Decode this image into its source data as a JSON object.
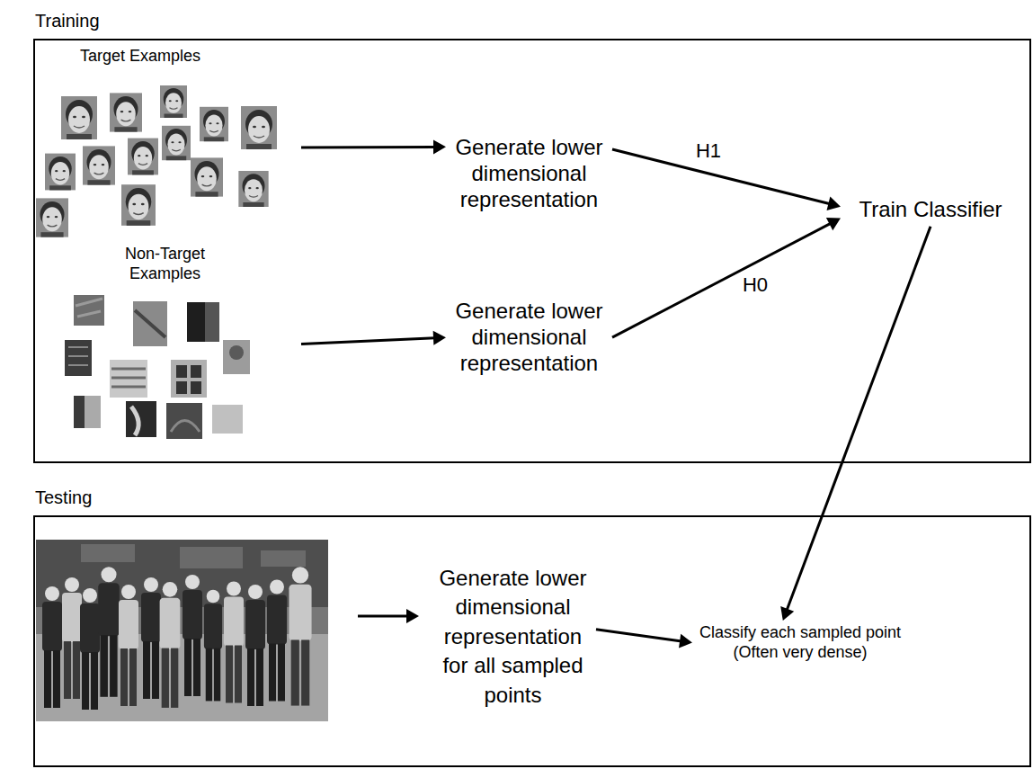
{
  "diagram": {
    "nodes": [
      {
        "text": [
          "Training"
        ]
      },
      {
        "text": [
          "Target Examples"
        ],
        "in": 0
      },
      {
        "text": [
          "Generate lower dimensional representation"
        ],
        "in": 0
      },
      {
        "text": [
          "Non-Target Examples"
        ],
        "in": 0
      },
      {
        "text": [
          "Generate lower dimensional representation"
        ],
        "in": 0
      },
      {
        "text": [
          "Train Classifier"
        ],
        "in": 0
      },
      {
        "text": [
          "Testing"
        ]
      },
      {
        "text": [
          "Generate lower dimensional representation for all sampled points"
        ],
        "in": 6
      },
      {
        "text": [
          "Classify each sampled point (Often very dense)"
        ],
        "in": 6
      }
    ],
    "edges": [
      {
        "from": 1,
        "to": 2,
        "arrow": "to"
      },
      {
        "from": 3,
        "to": 4,
        "arrow": "to"
      },
      {
        "from": 2,
        "to": 5,
        "label": "H1",
        "arrow": "to"
      },
      {
        "from": 4,
        "to": 5,
        "label": "H0",
        "arrow": "to"
      },
      {
        "from": 5,
        "to": 8,
        "arrow": "to"
      },
      {
        "from": 7,
        "to": 8,
        "arrow": "to"
      }
    ]
  }
}
